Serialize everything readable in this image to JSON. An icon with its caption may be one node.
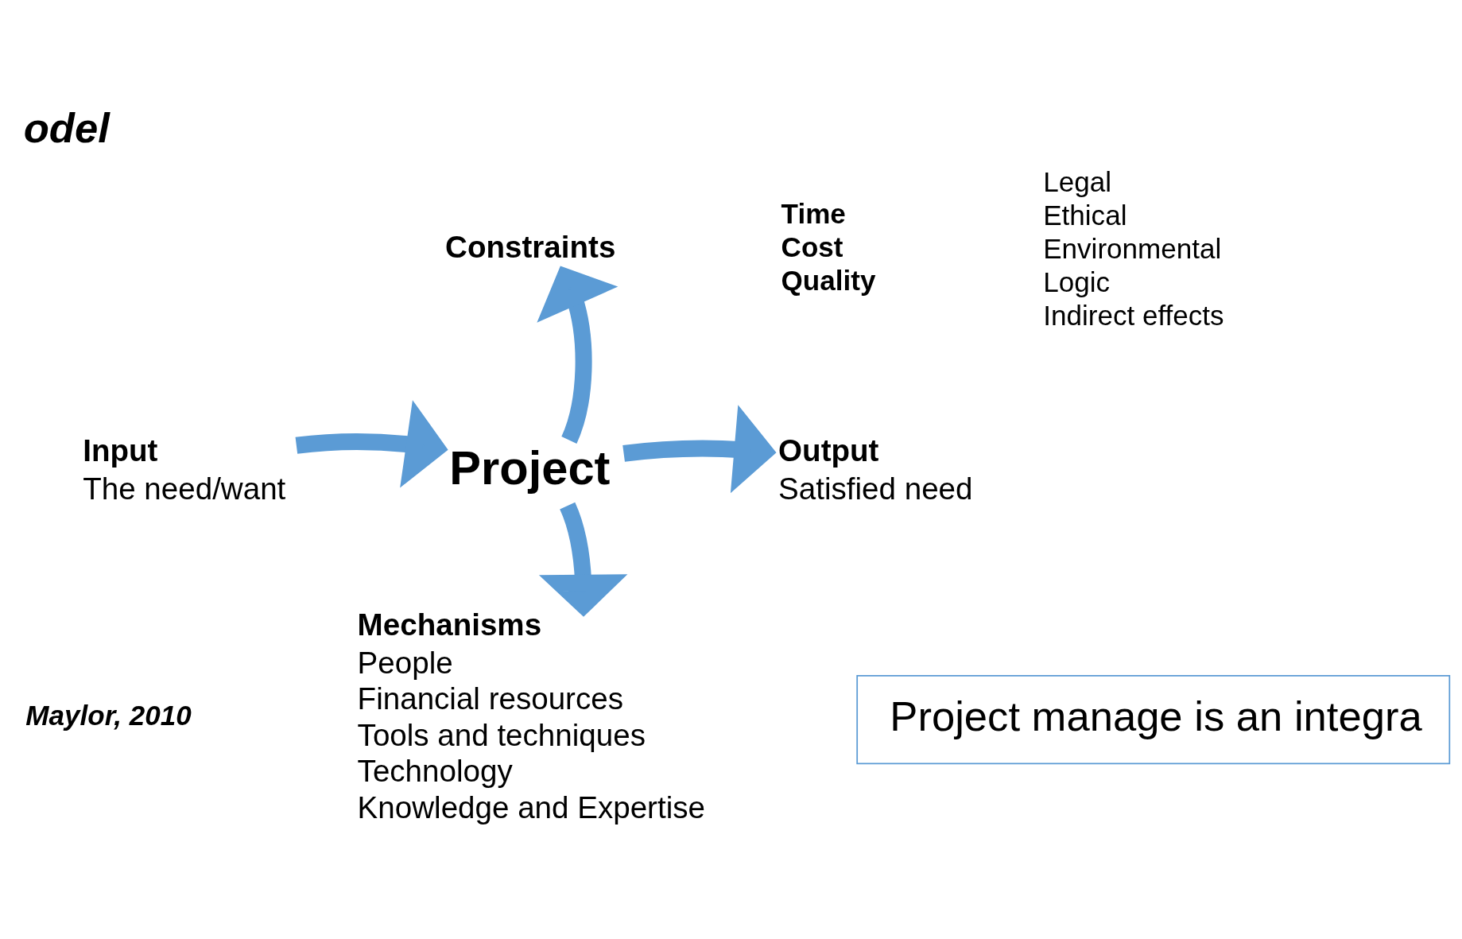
{
  "diagram": {
    "title": "odel",
    "nodes": [
      {
        "text": [
          "Input",
          "The need/want"
        ]
      },
      {
        "text": [
          "Project"
        ]
      },
      {
        "text": [
          "Constraints"
        ]
      },
      {
        "text": [
          "Output",
          "Satisfied need"
        ]
      },
      {
        "text": [
          "Mechanisms",
          "People",
          "Financial resources",
          "Tools and techniques",
          "Technology",
          "Knowledge and Expertise"
        ]
      },
      {
        "text": [
          "Project manage is an integra"
        ]
      }
    ],
    "edges": [
      {
        "from": 0,
        "to": 1,
        "arrow": "to"
      },
      {
        "from": 1,
        "to": 2,
        "arrow": "to"
      },
      {
        "from": 1,
        "to": 3,
        "arrow": "to"
      },
      {
        "from": 1,
        "to": 4,
        "arrow": "to"
      }
    ],
    "labels": [
      "Time",
      "Cost",
      "Quality",
      "Legal",
      "Ethical",
      "Environmental",
      "Logic",
      "Indirect effects",
      "Maylor, 2010"
    ]
  }
}
